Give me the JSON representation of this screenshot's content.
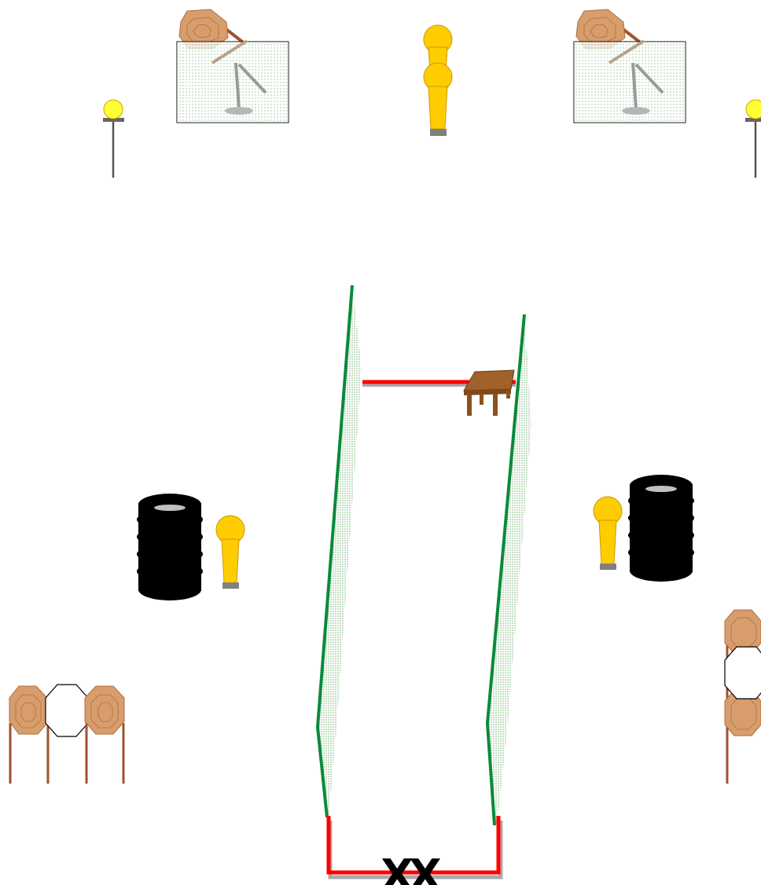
{
  "stage": {
    "start_marker_text": "XX"
  },
  "colors": {
    "background": "#ffffff",
    "fault_line": "#ff0000",
    "wall_line": "#0a8a3a",
    "wall_fill": "#0a8a3a",
    "steel_target": "#d79d6c",
    "steel_target_outline": "#b06f38",
    "steel_stand": "#a0522d",
    "no_shoot": "#ffffff",
    "popper": "#ffcc00",
    "popper_base": "#808080",
    "plate": "#ffff33",
    "barrel": "#000000",
    "barrel_top": "#c0c0c0",
    "table": "#a0622a",
    "net_fill": "#3a9b3a",
    "marker": "#000000"
  },
  "elements": {
    "shooting_box": "fault-line-box",
    "left_wall": "green-wall-left",
    "right_wall": "green-wall-right",
    "table": "table-icon",
    "barrels": [
      "barrel-left",
      "barrel-right"
    ],
    "poppers": [
      "popper-top-center-back",
      "popper-top-center-front",
      "popper-left",
      "popper-right"
    ],
    "plates": [
      "plate-left",
      "plate-right"
    ],
    "steel_targets": [
      "steel-top-left",
      "steel-top-right",
      "steel-bottom-left-a",
      "steel-bottom-left-b",
      "steel-bottom-right-a",
      "steel-bottom-right-b"
    ],
    "no_shoots": [
      "no-shoot-bottom-left",
      "no-shoot-bottom-right"
    ]
  }
}
